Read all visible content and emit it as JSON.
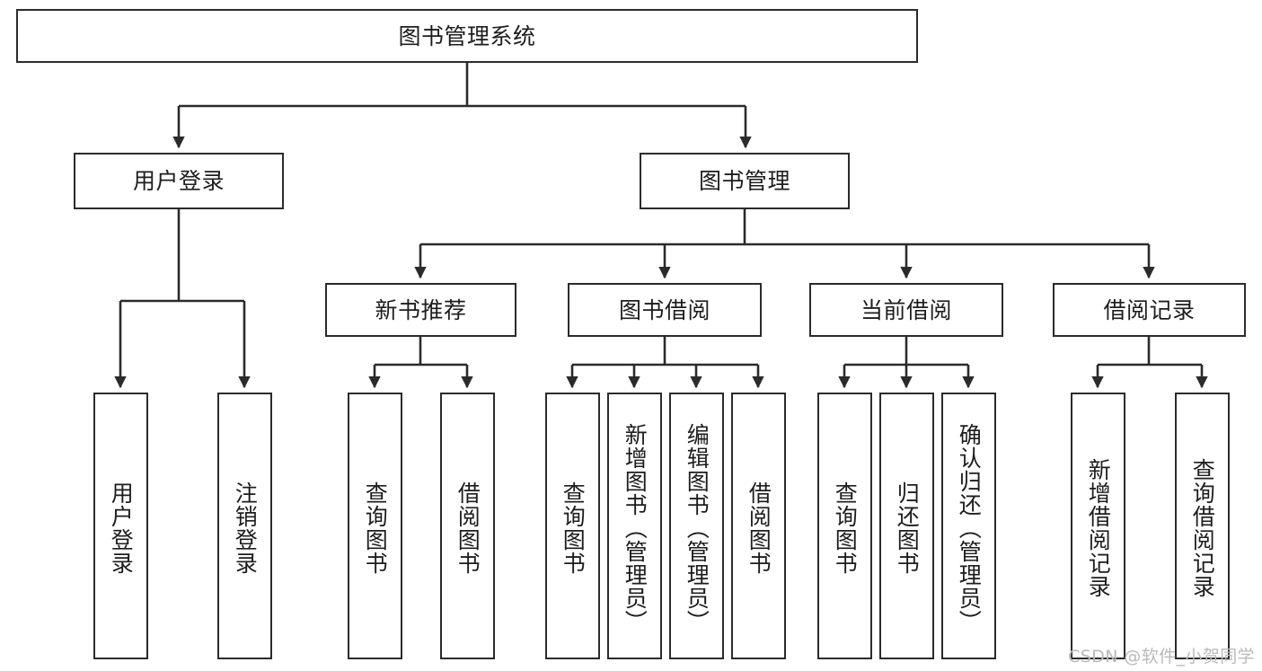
{
  "diagram": {
    "type": "tree-hierarchy-chart",
    "title": "图书管理系统",
    "stroke_color": "#2b2b2b",
    "fill_color": "#ffffff",
    "text_color": "#1d1d1d",
    "nodes": {
      "root": {
        "label": "图书管理系统"
      },
      "level2": [
        {
          "id": "user-login",
          "label": "用户登录"
        },
        {
          "id": "book-manage",
          "label": "图书管理"
        }
      ],
      "level3": [
        {
          "id": "new-book-recommend",
          "label": "新书推荐"
        },
        {
          "id": "book-borrow",
          "label": "图书借阅"
        },
        {
          "id": "current-borrow",
          "label": "当前借阅"
        },
        {
          "id": "borrow-record",
          "label": "借阅记录"
        }
      ],
      "leaves": {
        "user-login": [
          {
            "id": "leaf-user-login",
            "label": "用户登录"
          },
          {
            "id": "leaf-logout-login",
            "label": "注销登录"
          }
        ],
        "new-book-recommend": [
          {
            "id": "leaf-query-book-1",
            "label": "查询图书"
          },
          {
            "id": "leaf-borrow-book-1",
            "label": "借阅图书"
          }
        ],
        "book-borrow": [
          {
            "id": "leaf-query-book-2",
            "label": "查询图书"
          },
          {
            "id": "leaf-add-book-admin",
            "label": "新增图书（管理员）"
          },
          {
            "id": "leaf-edit-book-admin",
            "label": "编辑图书（管理员）"
          },
          {
            "id": "leaf-borrow-book-2",
            "label": "借阅图书"
          }
        ],
        "current-borrow": [
          {
            "id": "leaf-query-book-3",
            "label": "查询图书"
          },
          {
            "id": "leaf-return-book",
            "label": "归还图书"
          },
          {
            "id": "leaf-confirm-return-admin",
            "label": "确认归还（管理员）"
          }
        ],
        "borrow-record": [
          {
            "id": "leaf-add-borrow-record",
            "label": "新增借阅记录"
          },
          {
            "id": "leaf-query-borrow-record",
            "label": "查询借阅记录"
          }
        ]
      }
    },
    "watermark": "CSDN @软件_小贺同学"
  }
}
